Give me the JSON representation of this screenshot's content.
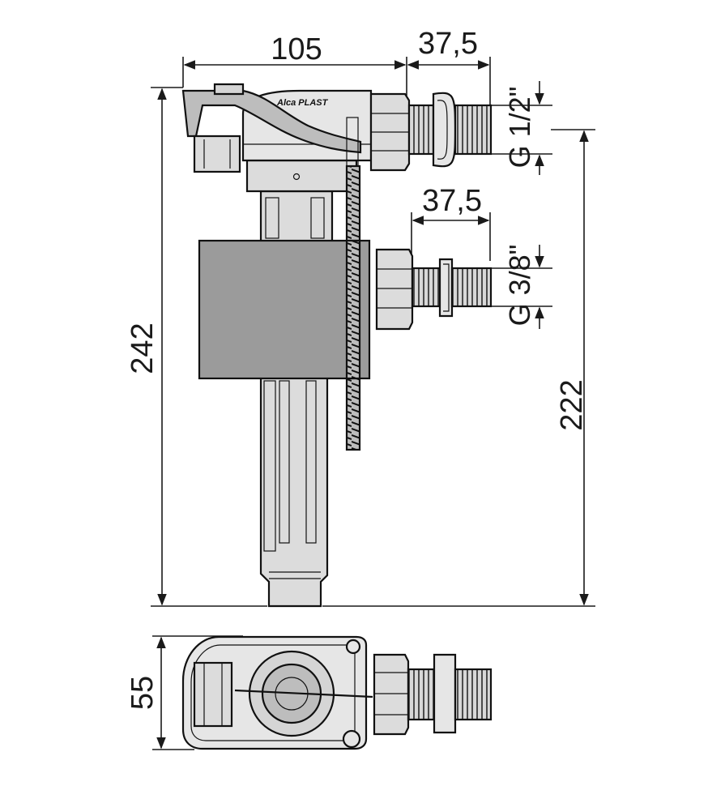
{
  "dimensions": {
    "width_top": "105",
    "offset_upper": "37,5",
    "offset_lower": "37,5",
    "height_total": "242",
    "height_inlet": "222",
    "depth": "55",
    "thread_upper": "G 1/2\"",
    "thread_lower": "G 3/8\""
  },
  "brand": "Alca PLAST",
  "colors": {
    "body": "#dcdcdc",
    "float_box": "#9b9b9b",
    "stroke": "#111111"
  }
}
